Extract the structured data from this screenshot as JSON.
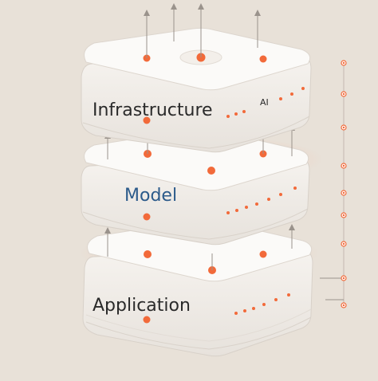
{
  "diagram": {
    "layers": [
      {
        "label": "Infrastructure",
        "tag": "AI"
      },
      {
        "label": "Model"
      },
      {
        "label": "Application"
      }
    ]
  },
  "colors": {
    "background": "#e8e1d8",
    "block_face": "#fbfaf8",
    "block_side": "#f1eeea",
    "accent_dot": "#f26a3a",
    "text": "#2a2a2a",
    "model_text": "#2b5a8a"
  }
}
